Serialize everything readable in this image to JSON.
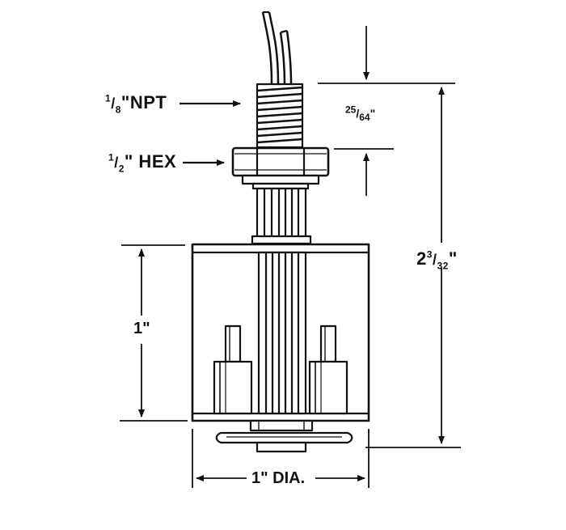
{
  "labels": {
    "npt": {
      "num": "1",
      "den": "8",
      "text": "\"NPT"
    },
    "hex": {
      "num": "1",
      "den": "2",
      "text": "\" HEX"
    },
    "thread_len": {
      "num": "25",
      "den": "64",
      "text": "\""
    },
    "height": {
      "whole": "2",
      "num": "3",
      "den": "32",
      "text": "\""
    },
    "float_height": "1\"",
    "diameter": "1\" DIA."
  },
  "colors": {
    "ink": "#111111",
    "paper": "#ffffff"
  }
}
